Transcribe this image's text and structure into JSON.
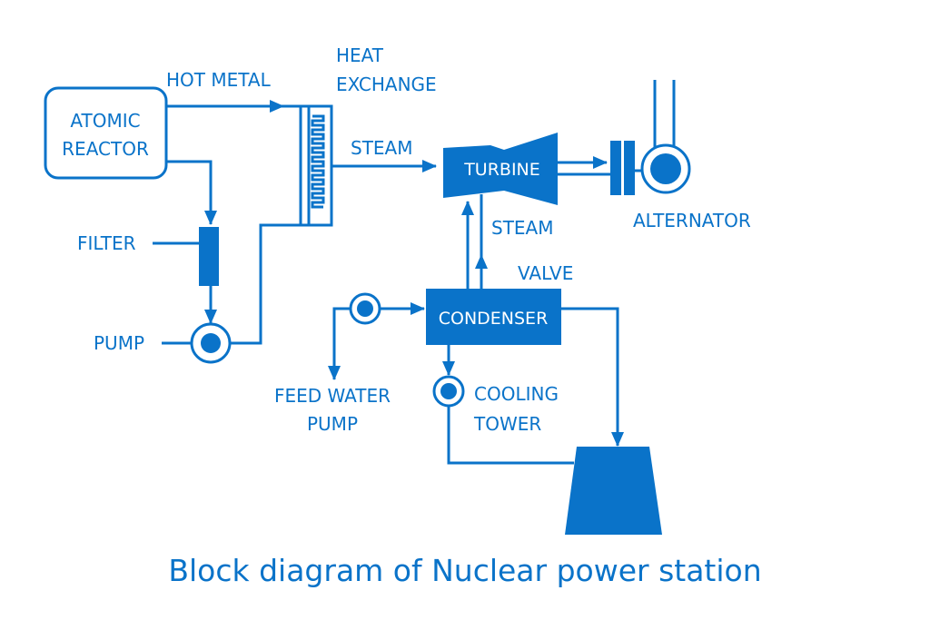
{
  "diagram": {
    "title": "Block diagram of Nuclear power station",
    "accent_color": "#0a73c9",
    "nodes": {
      "reactor": {
        "line1": "ATOMIC",
        "line2": "REACTOR"
      },
      "heat_exchange": {
        "line1": "HEAT",
        "line2": "EXCHANGE"
      },
      "turbine": {
        "label": "TURBINE"
      },
      "alternator": {
        "label": "ALTERNATOR"
      },
      "condenser": {
        "label": "CONDENSER"
      },
      "filter": {
        "label": "FILTER"
      },
      "pump": {
        "label": "PUMP"
      },
      "feed_water_pump": {
        "line1": "FEED WATER",
        "line2": "PUMP"
      },
      "cooling_tower": {
        "line1": "COOLING",
        "line2": "TOWER"
      },
      "valve": {
        "label": "VALVE"
      }
    },
    "flows": {
      "hot_metal": "HOT METAL",
      "steam_to_turbine": "STEAM",
      "steam_from_condenser": "STEAM"
    }
  }
}
